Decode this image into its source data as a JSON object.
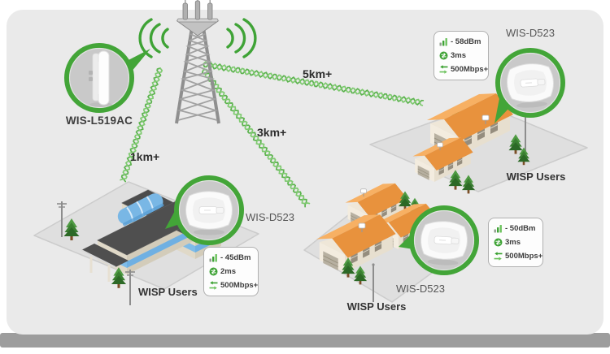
{
  "colors": {
    "accent_green": "#43a538",
    "helix_green": "#5cb34e",
    "helix_green_light": "#7fca70",
    "roof_orange": "#f0a355",
    "panel_gray": "#eaeaea",
    "base_bar_gray": "#9d9d9d"
  },
  "base_station": {
    "label": "WIS-L519AC"
  },
  "links": [
    {
      "label": "1km+"
    },
    {
      "label": "3km+"
    },
    {
      "label": "5km+"
    }
  ],
  "sites": [
    {
      "name": "office",
      "device_label": "WIS-D523",
      "users_label": "WISP Users",
      "stats": {
        "rssi": "- 45dBm",
        "latency": "2ms",
        "throughput": "500Mbps+"
      }
    },
    {
      "name": "houses-upper-right",
      "device_label": "WIS-D523",
      "users_label": "WISP Users",
      "stats": {
        "rssi": "- 58dBm",
        "latency": "3ms",
        "throughput": "500Mbps+"
      }
    },
    {
      "name": "houses-bottom",
      "device_label": "WIS-D523",
      "users_label": "WISP Users",
      "stats": {
        "rssi": "- 50dBm",
        "latency": "3ms",
        "throughput": "500Mbps+"
      }
    }
  ],
  "stat_icons": {
    "rssi": "signal-bars-icon",
    "latency": "latency-gauge-icon",
    "throughput": "speed-arrows-icon"
  }
}
